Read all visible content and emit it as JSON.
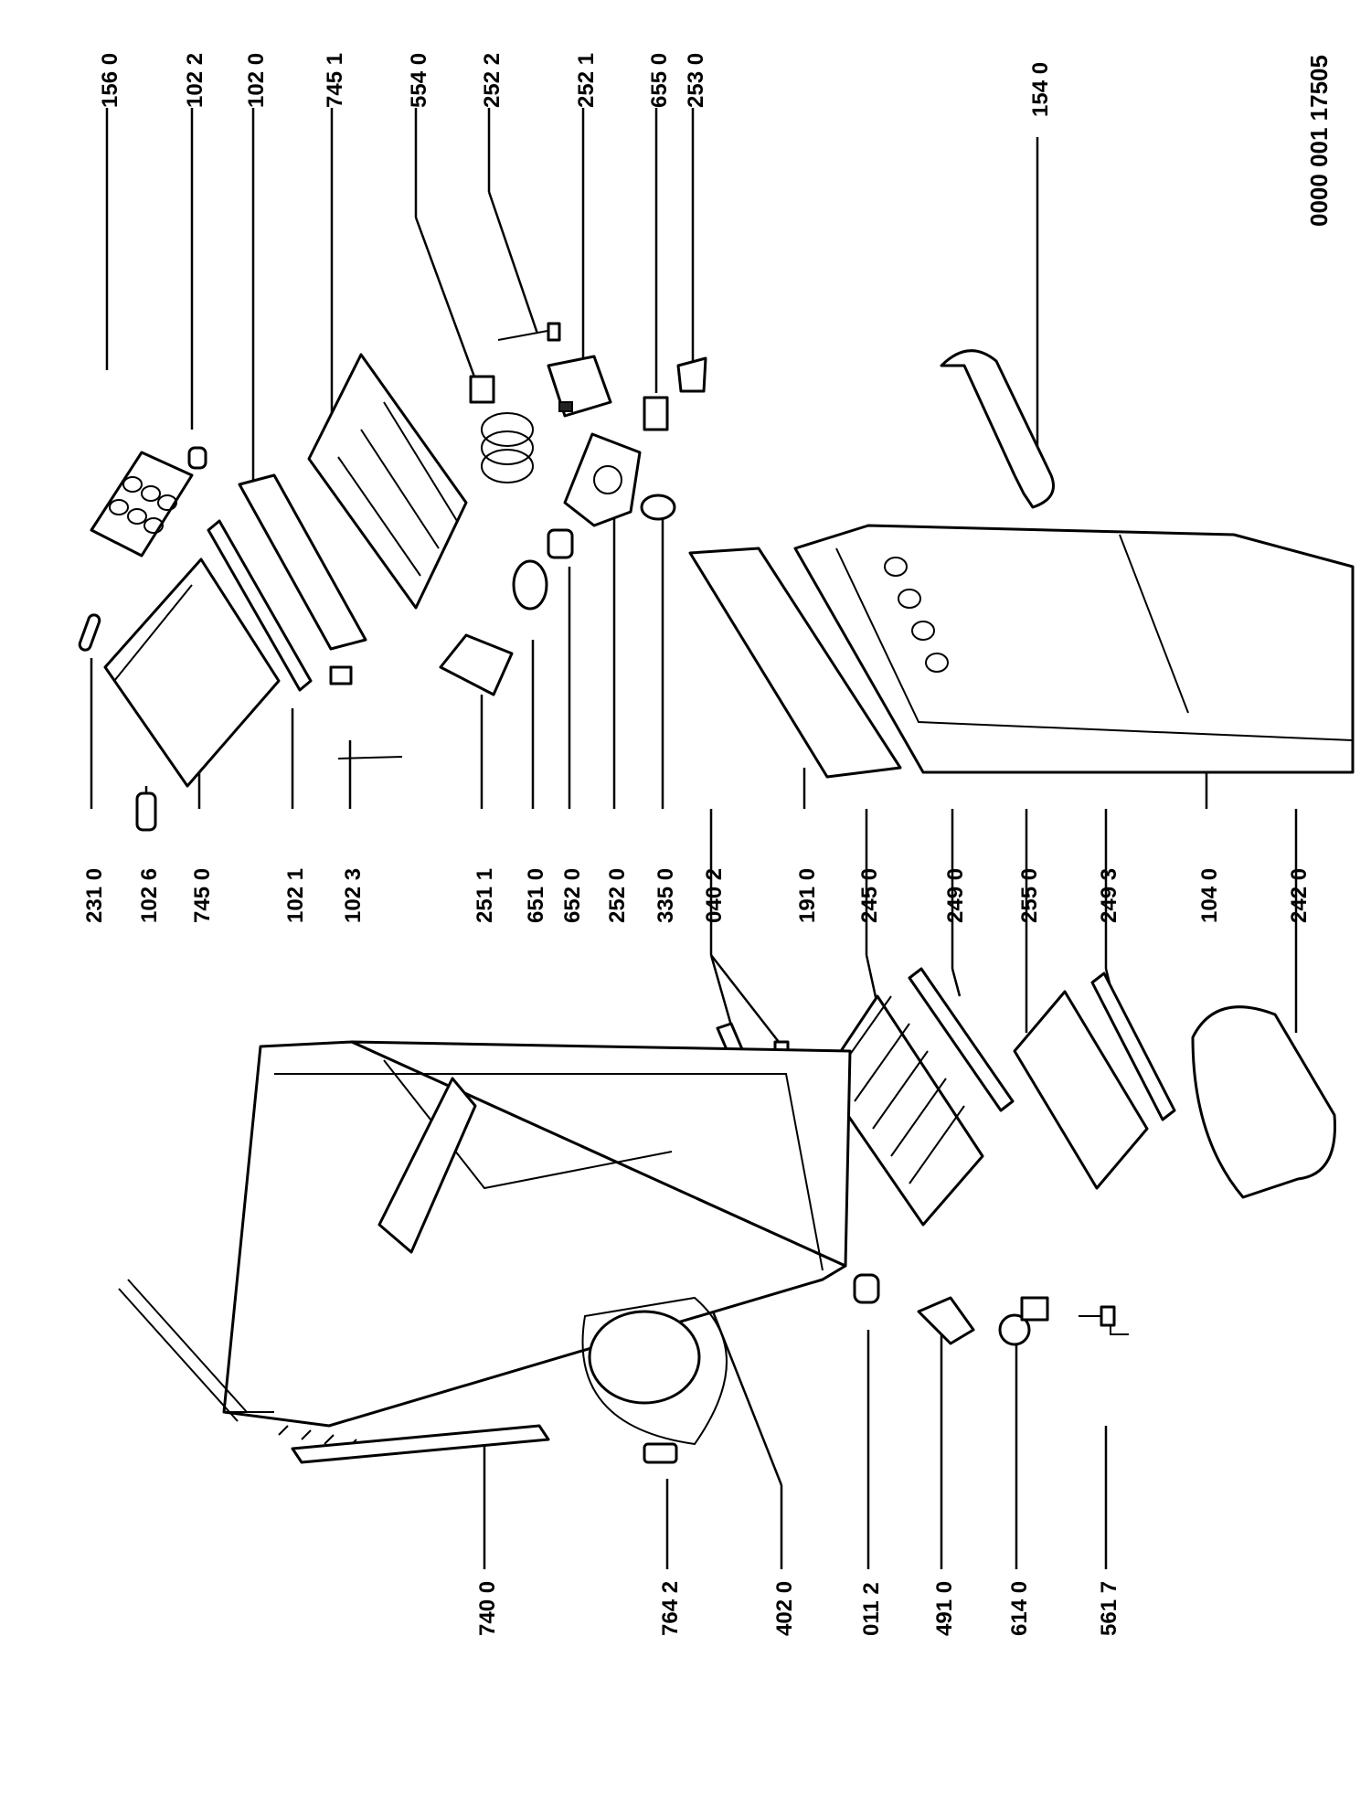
{
  "doc_id": "0000 001 17505",
  "callouts": {
    "c1560": "156 0",
    "c1022": "102 2",
    "c1020": "102 0",
    "c7451": "745 1",
    "c5540": "554 0",
    "c2522": "252 2",
    "c2521": "252 1",
    "c6550": "655 0",
    "c2530": "253 0",
    "c1540": "154 0",
    "c2310": "231 0",
    "c1026": "102 6",
    "c7450": "745 0",
    "c1021": "102 1",
    "c1023": "102 3",
    "c2511": "251 1",
    "c6510": "651 0",
    "c6520": "652 0",
    "c2520": "252 0",
    "c3350": "335 0",
    "c0402": "040 2",
    "c1910": "191 0",
    "c2450": "245 0",
    "c2490": "249 0",
    "c2550": "255 0",
    "c2493": "249 3",
    "c1040": "104 0",
    "c2420": "242 0",
    "c7400": "740 0",
    "c7642": "764 2",
    "c4020": "402 0",
    "c0112": "011 2",
    "c4910": "491 0",
    "c6140": "614 0",
    "c5617": "561 7"
  }
}
